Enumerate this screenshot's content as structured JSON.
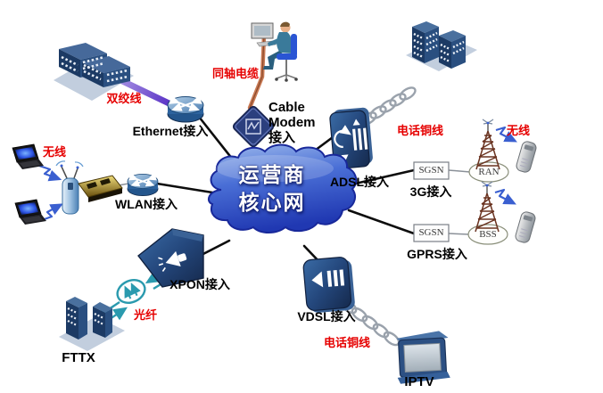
{
  "cloud": {
    "label": "运营商\n核心网"
  },
  "nodes": {
    "ethernet": "Ethernet接入",
    "cable_modem": "Cable\nModem\n接入",
    "adsl": "ADSL接入",
    "g3": "3G接入",
    "gprs": "GPRS接入",
    "wlan": "WLAN接入",
    "xpon": "XPON接入",
    "vdsl": "VDSL接入",
    "fttx": "FTTX",
    "iptv": "IPTV"
  },
  "boxes": {
    "sgsn_3g": "SGSN",
    "sgsn_gprs": "SGSN",
    "ran": "RAN",
    "bss": "BSS"
  },
  "link_labels": {
    "twisted_pair": "双绞线",
    "coax": "同轴电缆",
    "copper_adsl": "电话铜线",
    "copper_vdsl": "电话铜线",
    "wireless_3g": "无线",
    "wireless_wlan": "无线",
    "fiber": "光纤"
  },
  "colors": {
    "red_label": "#e60000",
    "cloud_top": "#9db9ec",
    "cloud_bottom": "#2038b2",
    "device_navy": "#1d3a66",
    "fiber_teal": "#2a9aae",
    "coax_line": "#c97a55",
    "twisted_pair_purple": "#5a2fd0",
    "chain_gray": "#9aa2ac",
    "bolt_blue": "#3a5fd0"
  }
}
